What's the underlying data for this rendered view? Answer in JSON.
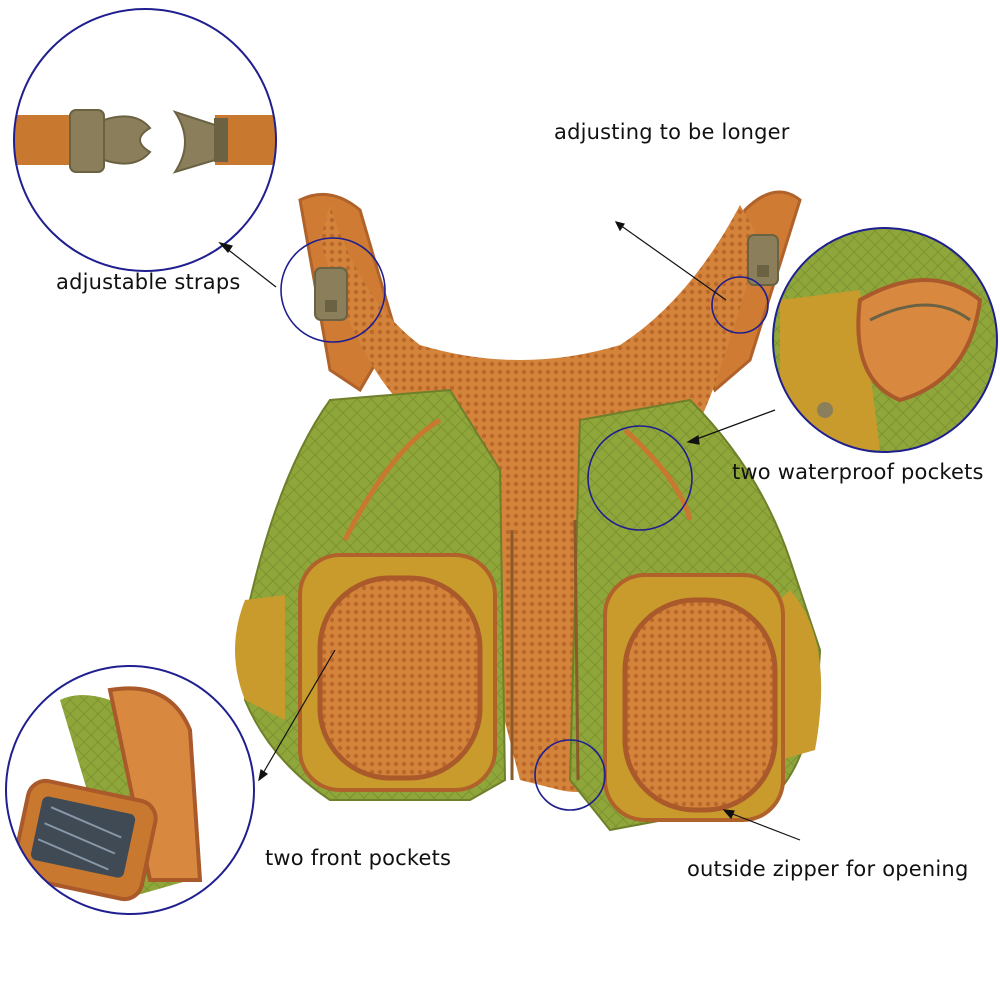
{
  "labels": {
    "adjusting_longer": "adjusting to be longer",
    "adjustable_straps": "adjustable straps",
    "waterproof_pockets": "two waterproof pockets",
    "front_pockets": "two front pockets",
    "outside_zipper": "outside zipper for opening"
  },
  "colors": {
    "vest_green": "#8fa63a",
    "vest_orange": "#c9782f",
    "mesh_orange": "#d9893f",
    "buckle_khaki": "#8a7f5a",
    "callout_circle": "#1f1f8f",
    "arrow": "#111111"
  }
}
